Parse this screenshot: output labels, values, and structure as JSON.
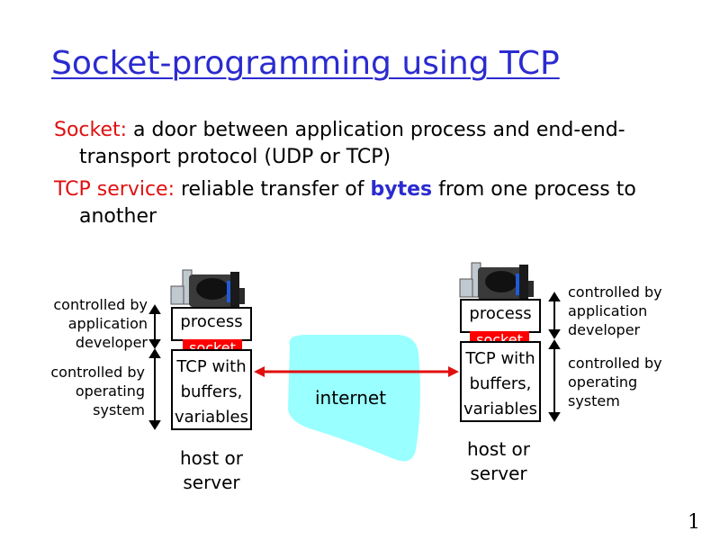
{
  "title": "Socket-programming using TCP",
  "bullets": [
    {
      "term": "Socket:",
      "text": " a door between application process and end-end-transport protocol (UDP or TCP)"
    },
    {
      "term": "TCP service:",
      "text_before": " reliable transfer of ",
      "bold": "bytes",
      "text_after": " from one process to another"
    }
  ],
  "diagram": {
    "controlled_by_app": "controlled by application developer",
    "controlled_by_os": "controlled by operating system",
    "process_label": "process",
    "socket_label": "socket",
    "tcp_label": "TCP with buffers, variables",
    "host_label": "host or server",
    "internet_label": "internet"
  },
  "page_number": "1",
  "colors": {
    "title": "#2b2bd0",
    "accent_red": "#e01010",
    "cloud": "#99ffff"
  }
}
